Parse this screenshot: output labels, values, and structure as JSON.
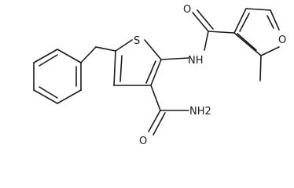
{
  "molecule": {
    "atoms": {
      "thiophene_S": "S",
      "amide_NH": "NH",
      "amide_O": "O",
      "furan_O": "O",
      "carboxamide_O": "O",
      "carboxamide_NH2": "NH2"
    }
  }
}
